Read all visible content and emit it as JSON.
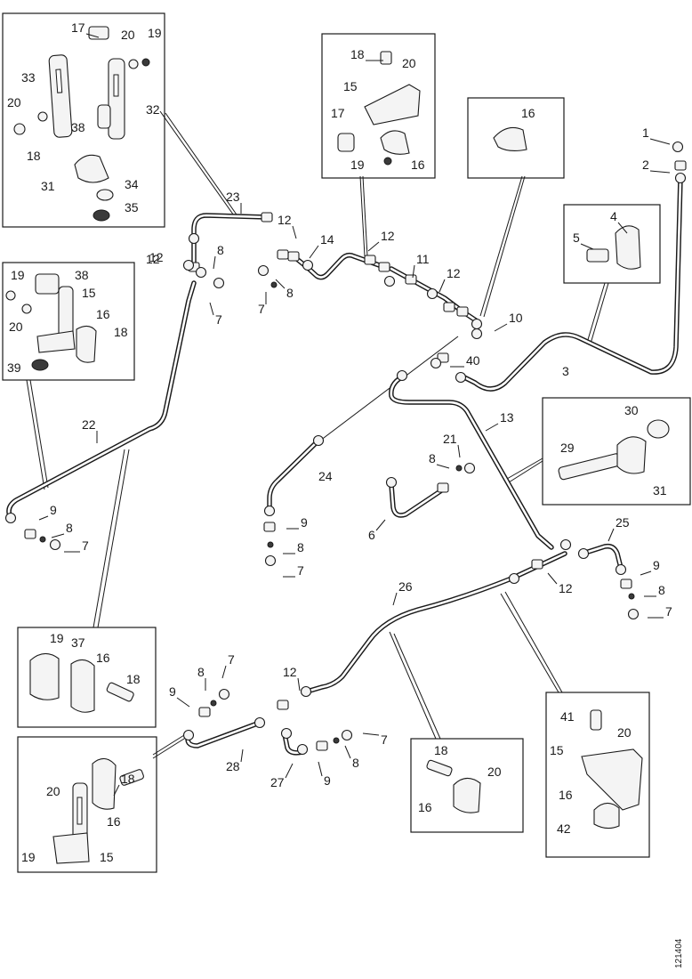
{
  "drawing_ref": "121404",
  "callouts": [
    {
      "id": "c17a",
      "text": "17"
    },
    {
      "id": "c20a",
      "text": "20"
    },
    {
      "id": "c19a",
      "text": "19"
    },
    {
      "id": "c33",
      "text": "33"
    },
    {
      "id": "c32",
      "text": "32"
    },
    {
      "id": "c20b",
      "text": "20"
    },
    {
      "id": "c38a",
      "text": "38"
    },
    {
      "id": "c18a",
      "text": "18"
    },
    {
      "id": "c31a",
      "text": "31"
    },
    {
      "id": "c34",
      "text": "34"
    },
    {
      "id": "c35",
      "text": "35"
    },
    {
      "id": "c18b",
      "text": "18"
    },
    {
      "id": "c20c",
      "text": "20"
    },
    {
      "id": "c15a",
      "text": "15"
    },
    {
      "id": "c17b",
      "text": "17"
    },
    {
      "id": "c19b",
      "text": "19"
    },
    {
      "id": "c16a",
      "text": "16"
    },
    {
      "id": "c16b",
      "text": "16"
    },
    {
      "id": "c1",
      "text": "1"
    },
    {
      "id": "c2",
      "text": "2"
    },
    {
      "id": "c4",
      "text": "4"
    },
    {
      "id": "c5",
      "text": "5"
    },
    {
      "id": "c23",
      "text": "23"
    },
    {
      "id": "c12a",
      "text": "12"
    },
    {
      "id": "c12b",
      "text": "12"
    },
    {
      "id": "c8a",
      "text": "8"
    },
    {
      "id": "c7a",
      "text": "7"
    },
    {
      "id": "c12c",
      "text": "12"
    },
    {
      "id": "c8b",
      "text": "8"
    },
    {
      "id": "c7b",
      "text": "7"
    },
    {
      "id": "c14",
      "text": "14"
    },
    {
      "id": "c12d",
      "text": "12"
    },
    {
      "id": "c11",
      "text": "11"
    },
    {
      "id": "c12e",
      "text": "12"
    },
    {
      "id": "c10",
      "text": "10"
    },
    {
      "id": "c40",
      "text": "40"
    },
    {
      "id": "c3",
      "text": "3"
    },
    {
      "id": "c19c",
      "text": "19"
    },
    {
      "id": "c38b",
      "text": "38"
    },
    {
      "id": "c15b",
      "text": "15"
    },
    {
      "id": "c20d",
      "text": "20"
    },
    {
      "id": "c16c",
      "text": "16"
    },
    {
      "id": "c18c",
      "text": "18"
    },
    {
      "id": "c39",
      "text": "39"
    },
    {
      "id": "c22",
      "text": "22"
    },
    {
      "id": "c13",
      "text": "13"
    },
    {
      "id": "c30",
      "text": "30"
    },
    {
      "id": "c29",
      "text": "29"
    },
    {
      "id": "c31b",
      "text": "31"
    },
    {
      "id": "c21",
      "text": "21"
    },
    {
      "id": "c8c",
      "text": "8"
    },
    {
      "id": "c24",
      "text": "24"
    },
    {
      "id": "c6",
      "text": "6"
    },
    {
      "id": "c9a",
      "text": "9"
    },
    {
      "id": "c8d",
      "text": "8"
    },
    {
      "id": "c7c",
      "text": "7"
    },
    {
      "id": "c9b",
      "text": "9"
    },
    {
      "id": "c8e",
      "text": "8"
    },
    {
      "id": "c7d",
      "text": "7"
    },
    {
      "id": "c25",
      "text": "25"
    },
    {
      "id": "c9c",
      "text": "9"
    },
    {
      "id": "c8f",
      "text": "8"
    },
    {
      "id": "c7e",
      "text": "7"
    },
    {
      "id": "c26",
      "text": "26"
    },
    {
      "id": "c12f",
      "text": "12"
    },
    {
      "id": "c19d",
      "text": "19"
    },
    {
      "id": "c37",
      "text": "37"
    },
    {
      "id": "c16d",
      "text": "16"
    },
    {
      "id": "c18d",
      "text": "18"
    },
    {
      "id": "c8g",
      "text": "8"
    },
    {
      "id": "c7f",
      "text": "7"
    },
    {
      "id": "c9d",
      "text": "9"
    },
    {
      "id": "c12g",
      "text": "12"
    },
    {
      "id": "c7g",
      "text": "7"
    },
    {
      "id": "c28",
      "text": "28"
    },
    {
      "id": "c27",
      "text": "27"
    },
    {
      "id": "c9e",
      "text": "9"
    },
    {
      "id": "c8h",
      "text": "8"
    },
    {
      "id": "c18e",
      "text": "18"
    },
    {
      "id": "c20e",
      "text": "20"
    },
    {
      "id": "c16e",
      "text": "16"
    },
    {
      "id": "c15c",
      "text": "15"
    },
    {
      "id": "c19e",
      "text": "19"
    },
    {
      "id": "c18f",
      "text": "18"
    },
    {
      "id": "c20f",
      "text": "20"
    },
    {
      "id": "c16f",
      "text": "16"
    },
    {
      "id": "c41",
      "text": "41"
    },
    {
      "id": "c20g",
      "text": "20"
    },
    {
      "id": "c15d",
      "text": "15"
    },
    {
      "id": "c16g",
      "text": "16"
    },
    {
      "id": "c42",
      "text": "42"
    }
  ]
}
